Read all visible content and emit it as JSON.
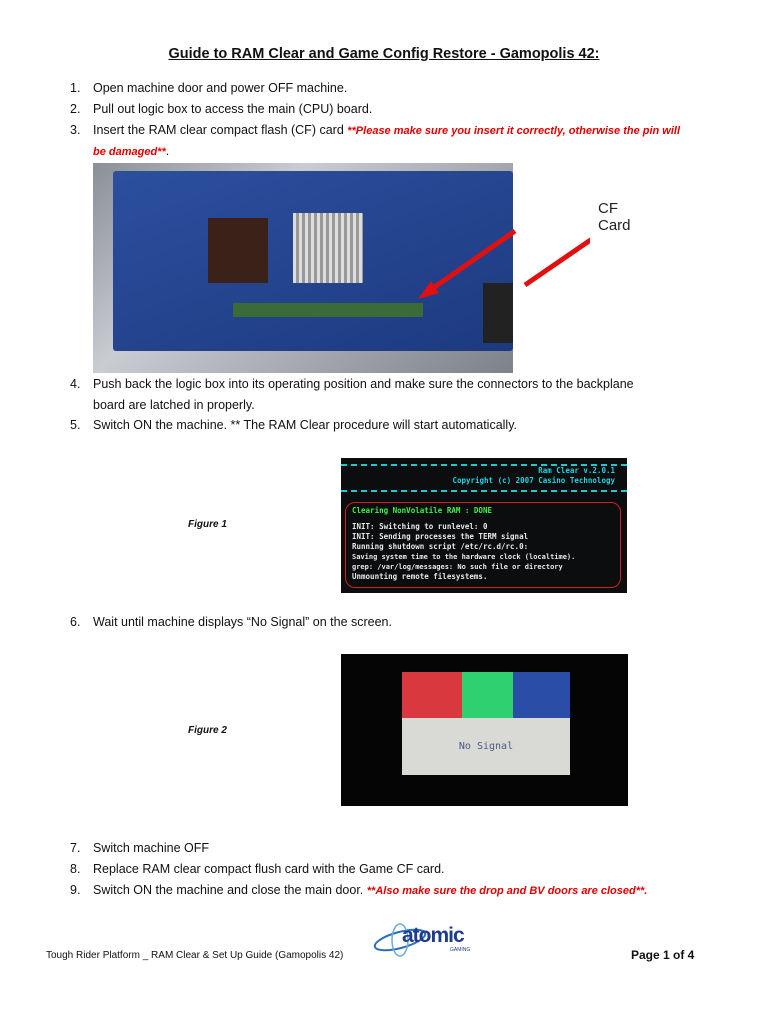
{
  "title": "Guide to RAM Clear and Game Config Restore - Gamopolis 42:",
  "steps": [
    {
      "n": "1.",
      "text": "Open machine door and power OFF machine."
    },
    {
      "n": "2.",
      "text": "Pull out logic box to access the main (CPU) board."
    },
    {
      "n": "3.",
      "text": "Insert the RAM clear compact flash (CF) card ",
      "note": "**Please make sure you insert it correctly, otherwise the pin will",
      "note2": "be damaged**",
      "tail": "."
    },
    {
      "n": "4.",
      "text": "Push back the logic box into its operating position and make sure the connectors to the backplane",
      "text2": "board are latched in properly."
    },
    {
      "n": "5.",
      "text": "Switch ON the machine. ** The RAM Clear procedure will start automatically."
    },
    {
      "n": "6.",
      "text": "Wait until machine displays “No Signal” on the screen."
    },
    {
      "n": "7.",
      "text": "Switch machine OFF"
    },
    {
      "n": "8.",
      "text": "Replace RAM clear compact flush card with the Game CF card."
    },
    {
      "n": "9.",
      "text": "Switch ON the machine and close the main door. ",
      "note": "**Also make sure the drop and BV doors are closed**."
    }
  ],
  "photo": {
    "callout": "CF Card"
  },
  "figure1": {
    "label": "Figure 1",
    "header1": "Ram Clear v.2.0.1",
    "header2": "Copyright (c) 2007 Casino Technology",
    "status": "Clearing NonVolatile RAM : DONE",
    "lines": [
      "INIT: Switching to runlevel: 0",
      "INIT: Sending processes the TERM signal",
      "Running shutdown script /etc/rc.d/rc.0:",
      "Saving system time to the hardware clock (localtime).",
      "grep: /var/log/messages: No such file or directory",
      "Unmounting remote filesystems."
    ]
  },
  "figure2": {
    "label": "Figure 2",
    "message": "No Signal"
  },
  "footer": {
    "left": "Tough Rider Platform _ RAM Clear & Set Up Guide (Gamopolis 42)",
    "logo": "atomic",
    "logo_sub": "GAMING",
    "page": "Page 1 of 4"
  }
}
